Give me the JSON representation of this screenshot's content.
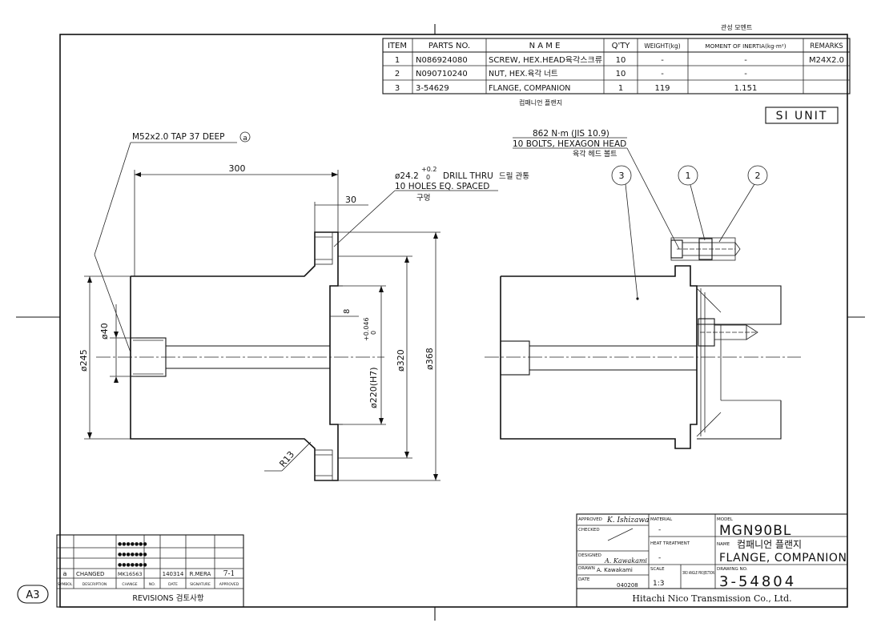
{
  "sheet": {
    "size_label": "A3",
    "si_unit": "SI UNIT",
    "moment_note_kr": "관성 모멘트"
  },
  "parts_table": {
    "headers": {
      "item": "ITEM",
      "parts_no": "PARTS NO.",
      "name": "N A M E",
      "qty": "Q'TY",
      "weight": "WEIGHT(kg)",
      "inertia": "MOMENT OF INERTIA(kg·m²)",
      "remarks": "REMARKS"
    },
    "rows": [
      {
        "item": "1",
        "parts_no": "N086924080",
        "name": "SCREW, HEX.HEAD육각스크류",
        "qty": "10",
        "weight": "-",
        "inertia": "-",
        "remarks": "M24X2.0"
      },
      {
        "item": "2",
        "parts_no": "N090710240",
        "name": "NUT, HEX.육각 너트",
        "qty": "10",
        "weight": "-",
        "inertia": "-",
        "remarks": ""
      },
      {
        "item": "3",
        "parts_no": "3-54629",
        "name": "FLANGE, COMPANION",
        "qty": "1",
        "weight": "119",
        "inertia": "1.151",
        "remarks": ""
      }
    ],
    "row3_note_kr": "컴패니언 플랜지"
  },
  "left_view": {
    "tap_note": "M52x2.0 TAP 37 DEEP",
    "tap_mark": "a",
    "dim_300": "300",
    "dim_30": "30",
    "drill_note_1": "ø24.2",
    "drill_tol_upper": "+0.2",
    "drill_tol_lower": "0",
    "drill_note_2": "DRILL THRU",
    "drill_note_kr": "드릴 관통",
    "drill_note_3": "10 HOLES EQ. SPACED",
    "drill_note_kr2": "구멍",
    "dim_8": "8",
    "dim_d40": "ø40",
    "dim_d245": "ø245",
    "dim_d220": "ø220(H7)",
    "dim_d220_upper": "+0.046",
    "dim_d220_lower": "0",
    "dim_d320": "ø320",
    "dim_d368": "ø368",
    "dim_r13": "R13"
  },
  "right_view": {
    "torque_note": "862 N·m (JIS 10.9)",
    "bolt_note": "10 BOLTS, HEXAGON HEAD",
    "bolt_note_kr": "육각 헤드 볼트",
    "balloons": [
      "3",
      "1",
      "2"
    ]
  },
  "revisions": {
    "title": "REVISIONS 검토사항",
    "headers": [
      "SYMBOL",
      "DESCRIPTION",
      "CHANGE",
      "NO.",
      "DATE",
      "SIGNATURE",
      "APPROVED"
    ],
    "row": {
      "symbol": "a",
      "description": "CHANGED",
      "change_no": "MK16563",
      "date": "140314",
      "signature": "R.MERA",
      "approved": "7-1"
    },
    "stamps": [
      "●●●●●●●",
      "●●●●●●●",
      "●●●●●●●"
    ]
  },
  "title_block": {
    "approved_label": "APPROVED",
    "approved_sig": "K. Ishizawa",
    "checked_label": "CHECKED",
    "designed_label": "DESIGNED",
    "designed_sig": "A. Kawakami",
    "drawn_label": "DRAWN",
    "drawn_name": "A. Kawakami",
    "date_label": "DATE",
    "date_value": "040208",
    "material_label": "MATERIAL",
    "material_value": "-",
    "heat_label": "HEAT TREATMENT",
    "heat_value": "-",
    "scale_label": "SCALE",
    "scale_value": "1:3",
    "projection_label": "3RD ANGLE PROJECTION",
    "model_label": "MODEL",
    "model_value": "MGN90BL",
    "name_label": "NAME",
    "name_kr": "컴패니언 플랜지",
    "name_en": "FLANGE, COMPANION",
    "drawing_no_label": "DRAWING NO.",
    "drawing_no": "3-54804",
    "company": "Hitachi Nico Transmission Co., Ltd."
  }
}
